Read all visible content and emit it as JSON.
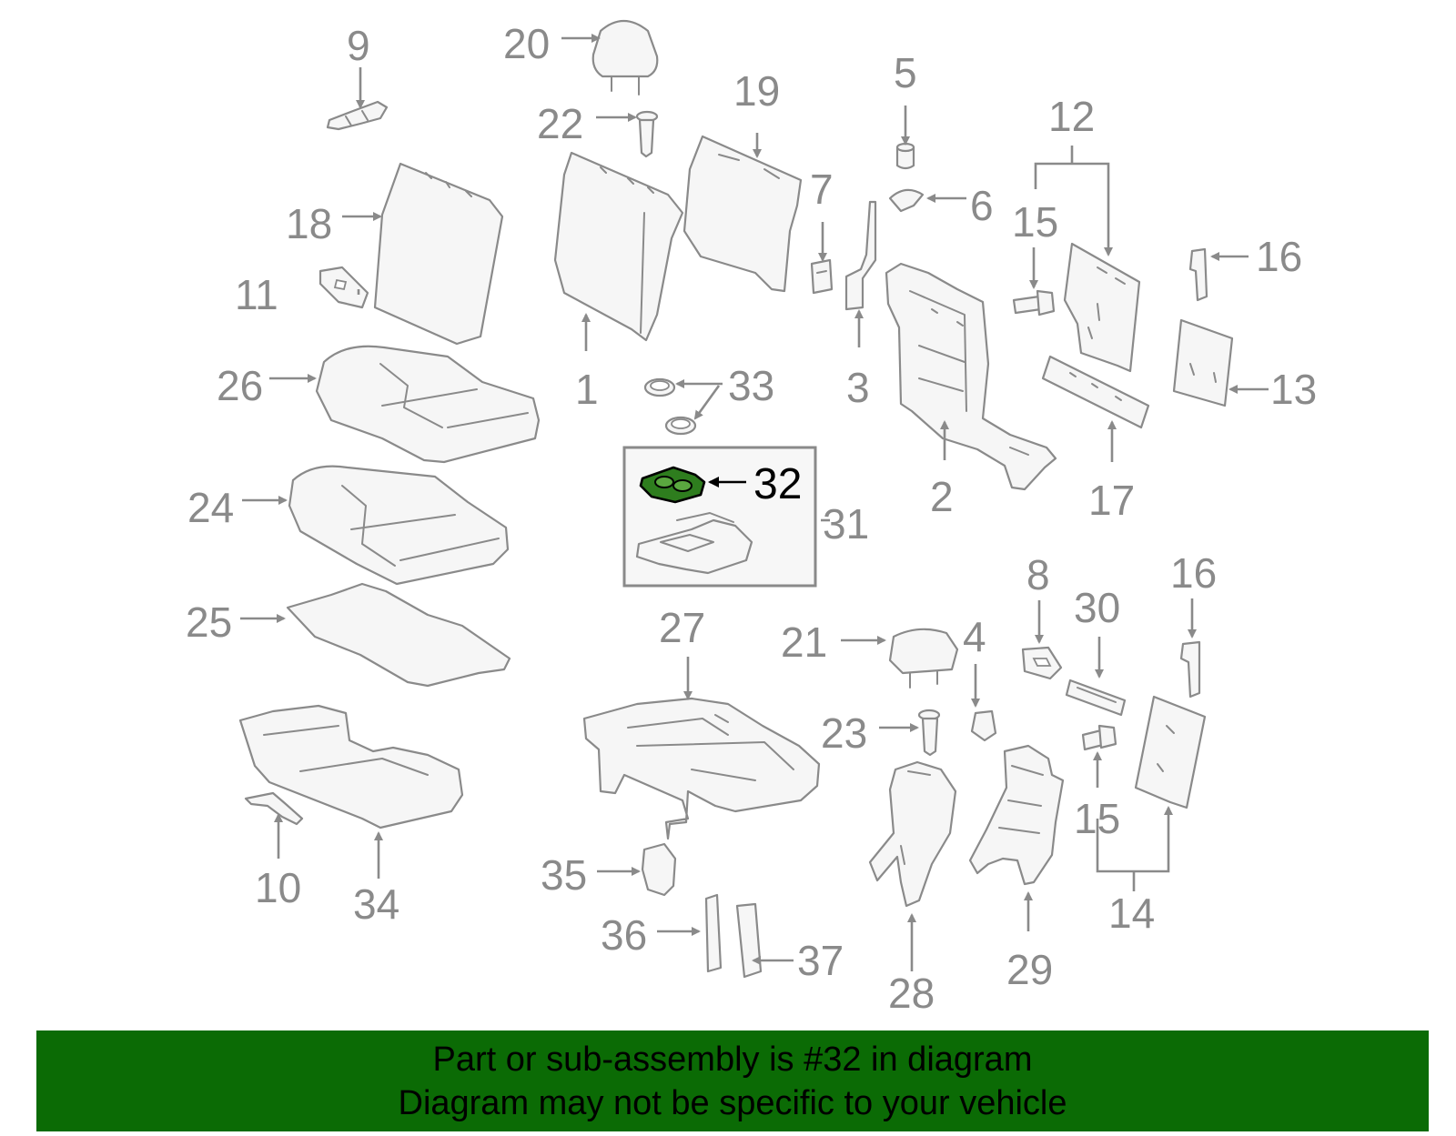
{
  "diagram": {
    "highlight_color": "#2e7d1e",
    "highlighted_part": "32",
    "callouts": {
      "c1": "1",
      "c2": "2",
      "c3": "3",
      "c4": "4",
      "c5": "5",
      "c6": "6",
      "c7": "7",
      "c8": "8",
      "c9": "9",
      "c10": "10",
      "c11": "11",
      "c12": "12",
      "c13": "13",
      "c14": "14",
      "c15a": "15",
      "c15b": "15",
      "c16a": "16",
      "c16b": "16",
      "c17": "17",
      "c18": "18",
      "c19": "19",
      "c20": "20",
      "c21": "21",
      "c22": "22",
      "c23": "23",
      "c24": "24",
      "c25": "25",
      "c26": "26",
      "c27": "27",
      "c28": "28",
      "c29": "29",
      "c30": "30",
      "c31": "31",
      "c32": "32",
      "c33": "33",
      "c34": "34",
      "c35": "35",
      "c36": "36",
      "c37": "37"
    }
  },
  "caption": {
    "background": "#0b6b05",
    "line1": "Part or sub-assembly is #32 in diagram",
    "line2": "Diagram may not be specific to your vehicle"
  }
}
